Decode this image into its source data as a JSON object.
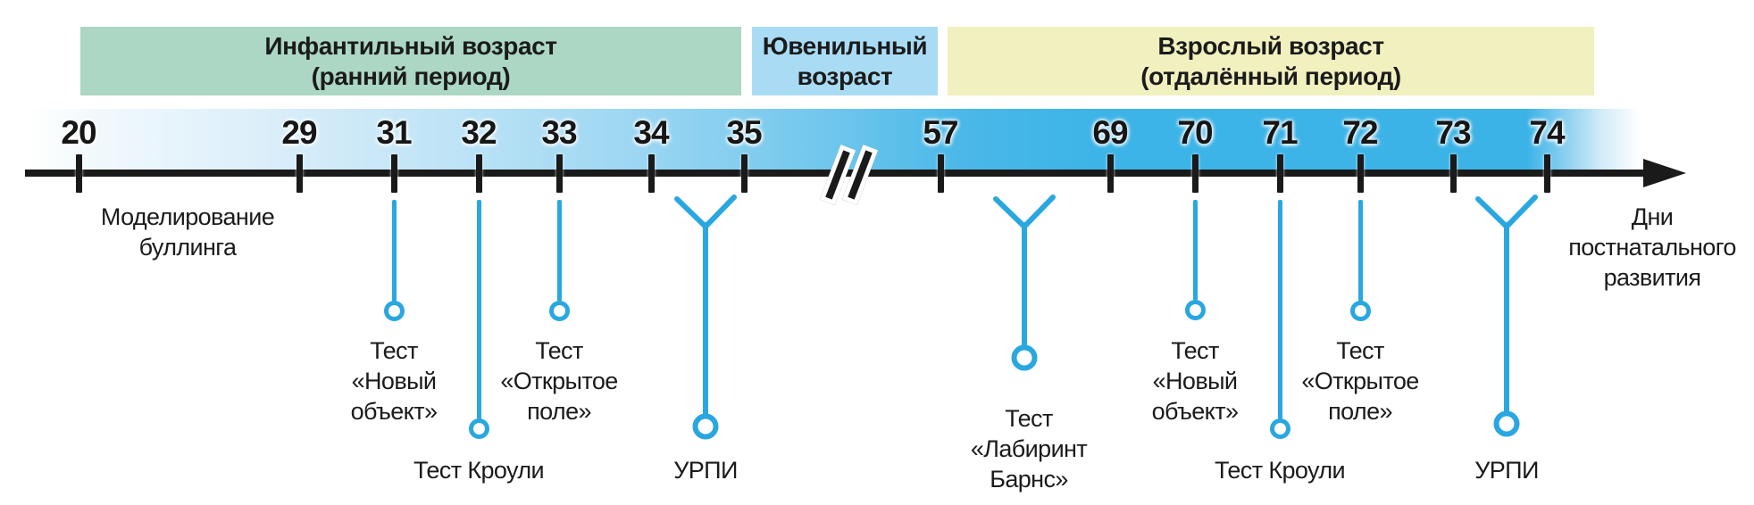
{
  "diagram": {
    "periods": {
      "infantile": "Инфантильный возраст\n(ранний период)",
      "juvenile": "Ювенильный\nвозраст",
      "adult": "Взрослый возраст\n(отдалённый период)"
    },
    "axis": {
      "ticks": [
        "20",
        "29",
        "31",
        "32",
        "33",
        "34",
        "35",
        "57",
        "69",
        "70",
        "71",
        "72",
        "73",
        "74"
      ],
      "unit_label": "Дни\nпостнатального\nразвития"
    },
    "events": {
      "bullying": "Моделирование\nбуллинга",
      "novel_object_1": "Тест\n«Новый\nобъект»",
      "crawley_1": "Тест Кроули",
      "open_field_1": "Тест\n«Открытое\nполе»",
      "urpi_1": "УРПИ",
      "barnes_maze": "Тест\n«Лабиринт\nБарнс»",
      "novel_object_2": "Тест\n«Новый\nобъект»",
      "crawley_2": "Тест Кроули",
      "open_field_2": "Тест\n«Открытое\nполе»",
      "urpi_2": "УРПИ"
    },
    "colors": {
      "infantile_band": "#abd7c4",
      "juvenile_band": "#a9dcf4",
      "adult_band": "#f1f0bf",
      "marker_blue": "#29a7e0",
      "axis_black": "#1a1a1a"
    }
  }
}
